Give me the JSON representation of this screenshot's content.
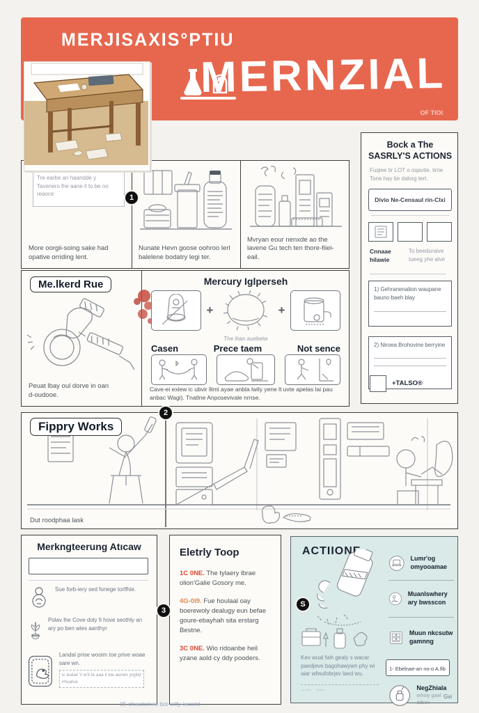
{
  "page": {
    "footer": "05 ohawtoines bot-willy-iecomt",
    "colors": {
      "banner": "#e7674e",
      "panel_blue": "#d9eae8",
      "accent_red": "#d84b31",
      "accent_orange": "#dd8a52"
    }
  },
  "header": {
    "small_title": "MERJISAXIS°PTIU",
    "main_title": "MERNZIAL",
    "sub_note": "OF TIOI"
  },
  "row1": {
    "badge": "1",
    "panels": [
      {
        "note": "Tre earbe an haandde y Tavenero lhe aane il to be no reaoce",
        "caption": "More oorgii-soing sake had opative orriding lent."
      },
      {
        "caption": "Nunate Hevn goose oohroo lerl balelene bodatry legi ter."
      },
      {
        "caption": "Mvryan eour nenxde ao the lavene Gu tech ten thore-fiiei-eail."
      }
    ]
  },
  "sidebar": {
    "title": "Bock a The SASRLY'S ACTIONS",
    "intro": "Fuqiee tir LOT o oqavite, lirrie Tone hay tie dalorg tert.",
    "button_label": "Divio Ne-Censaul rin-CIxi",
    "row_label": "Cnnaae hilawie",
    "row_note": "To beeduraive tueeg yhe alve",
    "item_1": "1) Gehranenalion waupane bauno baeh blay",
    "item_2": "2) Niroea Brohovine berryine",
    "checkbox_label": "+TALSO®"
  },
  "row2": {
    "left": {
      "title": "Me.lkerd Rue",
      "caption": "Peuat lbay oul dorve in oan d-oudooe."
    },
    "right": {
      "title": "Mercury Iglperseh",
      "plus": "+",
      "labels": [
        "Casen",
        "Prece taem",
        "Not sence"
      ],
      "sub_caption": "The ihan auebeiw",
      "caption": "Cave-ei exlew ic ubvir llimi ayae anbla lwily yene lt uvte apelas lai pau anbac Wagi). Tnatlne Anposevivale nrnse."
    }
  },
  "row3": {
    "title": "Fippry Works",
    "badge": "2",
    "caption": "Dut roodphaa lask"
  },
  "row4": {
    "badge": "3",
    "left": {
      "title": "Merkngteerung Atıcaw",
      "items": [
        {
          "icon": "stamp-figure-icon",
          "text": "Sue forb-iery sed fonege torlfhie."
        },
        {
          "icon": "flower-pot-icon",
          "text": "Polav lhe Cove doly fi hove seothly an ary po ben wies aanthyr"
        },
        {
          "icon": "bird-stamp-icon",
          "text": "Landal prioe wooim toe prive woae sare wn."
        }
      ],
      "fine_print": "ic lealail 'il w'it te aaa il loe aenen yrgilid irhualva"
    },
    "middle": {
      "title": "Eletrly Toop",
      "steps": [
        {
          "lead": "1C 0NE.",
          "text": "The tylaery lbrae olion'Galie Gosory me."
        },
        {
          "lead": "4G-0I9.",
          "text": "Fue houlaal oay boerewoly dealugy eun befae goure-ebayhah sita erstarg Bestne."
        },
        {
          "lead": "3C 0NE.",
          "text": "Wio ridoanbe heil yzane aold cy ddy pooders."
        }
      ]
    },
    "right": {
      "title": "ACTIIONE",
      "badge": "S",
      "note": "Kev wual fwh gealy s wacar paedjeve bagohawywn phy wi aiar wfwufobrjev laed wu.",
      "list": [
        {
          "icon": "laptop-icon",
          "label": "Lumr'og omyooamae"
        },
        {
          "icon": "desk-person-icon",
          "label": "Muanlswhery ary bwsscon"
        },
        {
          "icon": "grid-icon",
          "label": "Muun nkcsutw gamnng"
        }
      ],
      "boxed_item": "1- Ebelnae-an no-o A.fib",
      "bottom_item": {
        "icon": "jar-icon",
        "label": "NegZhiala",
        "sub": "orhoiy gawl adsoo"
      },
      "corner": "Gvi"
    }
  }
}
